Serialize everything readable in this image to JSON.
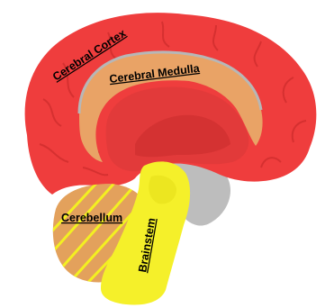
{
  "labels": {
    "cortex": "Cerebral Cortex",
    "medulla": "Cerebral Medulla",
    "cerebellum": "Cerebellum",
    "brainstem": "Brainstem"
  },
  "colors": {
    "cortex": "#ef3d3d",
    "cortex_gyri": "#d93232",
    "medulla": "#e9a366",
    "inner": "#e23a3a",
    "cerebellum": "#e3a15c",
    "stripes": "#f3f021",
    "brainstem": "#f5f02a",
    "grey_tissue": "#bdbdbd"
  }
}
